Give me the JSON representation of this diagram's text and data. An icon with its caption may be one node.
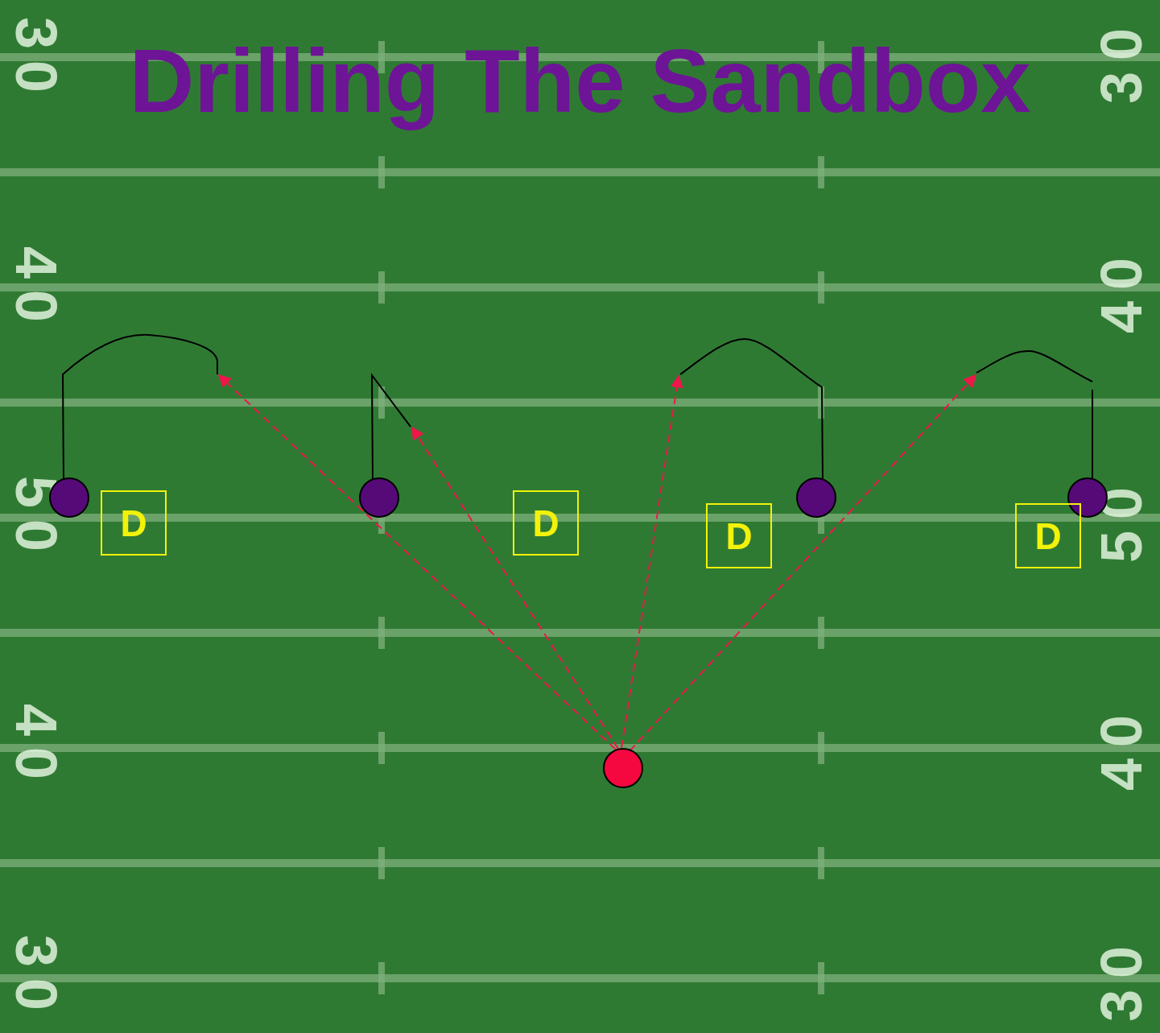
{
  "diagram": {
    "title": "Drilling The Sandbox",
    "nodes": [
      {
        "text": [],
        "shape": "circle"
      },
      {
        "text": [],
        "shape": "circle"
      },
      {
        "text": [],
        "shape": "circle"
      },
      {
        "text": [],
        "shape": "circle"
      },
      {
        "text": [
          "D"
        ]
      },
      {
        "text": [
          "D"
        ]
      },
      {
        "text": [
          "D"
        ]
      },
      {
        "text": [
          "D"
        ]
      },
      {
        "text": [],
        "shape": "circle"
      }
    ],
    "edges": [
      {
        "from": 0,
        "to": null,
        "arrow": "none",
        "color": "#000000"
      },
      {
        "from": 1,
        "to": null,
        "arrow": "none",
        "color": "#000000"
      },
      {
        "from": 2,
        "to": null,
        "arrow": "none",
        "color": "#000000"
      },
      {
        "from": 3,
        "to": null,
        "arrow": "none",
        "color": "#000000"
      },
      {
        "from": 8,
        "to": null,
        "arrow": "to",
        "style": "dashed",
        "color": "#f0164a"
      },
      {
        "from": 8,
        "to": null,
        "arrow": "to",
        "style": "dashed",
        "color": "#f0164a"
      },
      {
        "from": 8,
        "to": null,
        "arrow": "to",
        "style": "dashed",
        "color": "#f0164a"
      },
      {
        "from": 8,
        "to": null,
        "arrow": "to",
        "style": "dashed",
        "color": "#f0164a"
      }
    ],
    "labels": [
      "30",
      "30",
      "40",
      "40",
      "50",
      "50",
      "40",
      "40",
      "30",
      "30"
    ]
  }
}
